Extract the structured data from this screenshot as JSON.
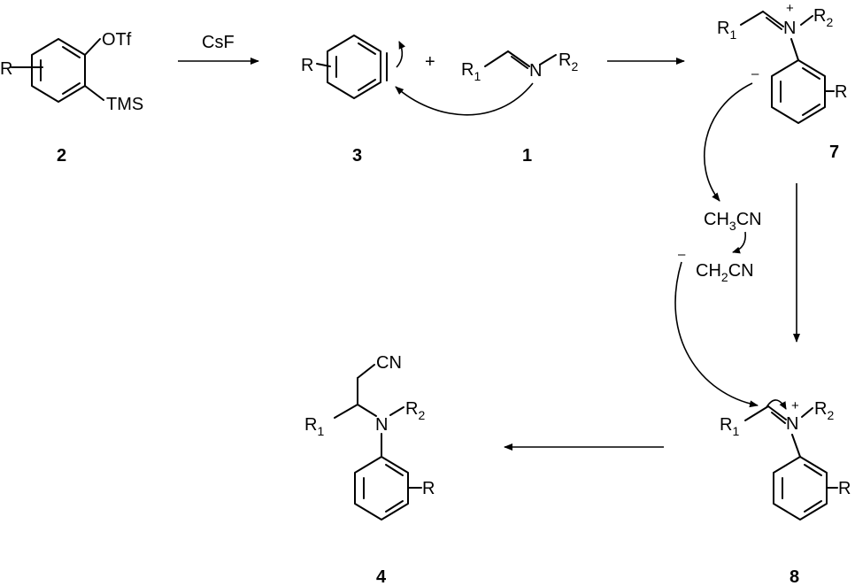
{
  "reagent": "CsF",
  "plus": "+",
  "charges": {
    "pos": "+",
    "neg": "–"
  },
  "labels": {
    "OTf": "OTf",
    "TMS": "TMS",
    "R": "R",
    "N": "N",
    "R1": "R",
    "R1_sub": "1",
    "R2": "R",
    "R2_sub": "2",
    "CN": "CN"
  },
  "acetonitrile": {
    "pre": "CH",
    "sub": "3",
    "post": "CN"
  },
  "carbanion": {
    "pre": "CH",
    "sub": "2",
    "post": "CN"
  },
  "compounds": {
    "c2": "2",
    "c3": "3",
    "c1": "1",
    "c7": "7",
    "c8": "8",
    "c4": "4"
  }
}
